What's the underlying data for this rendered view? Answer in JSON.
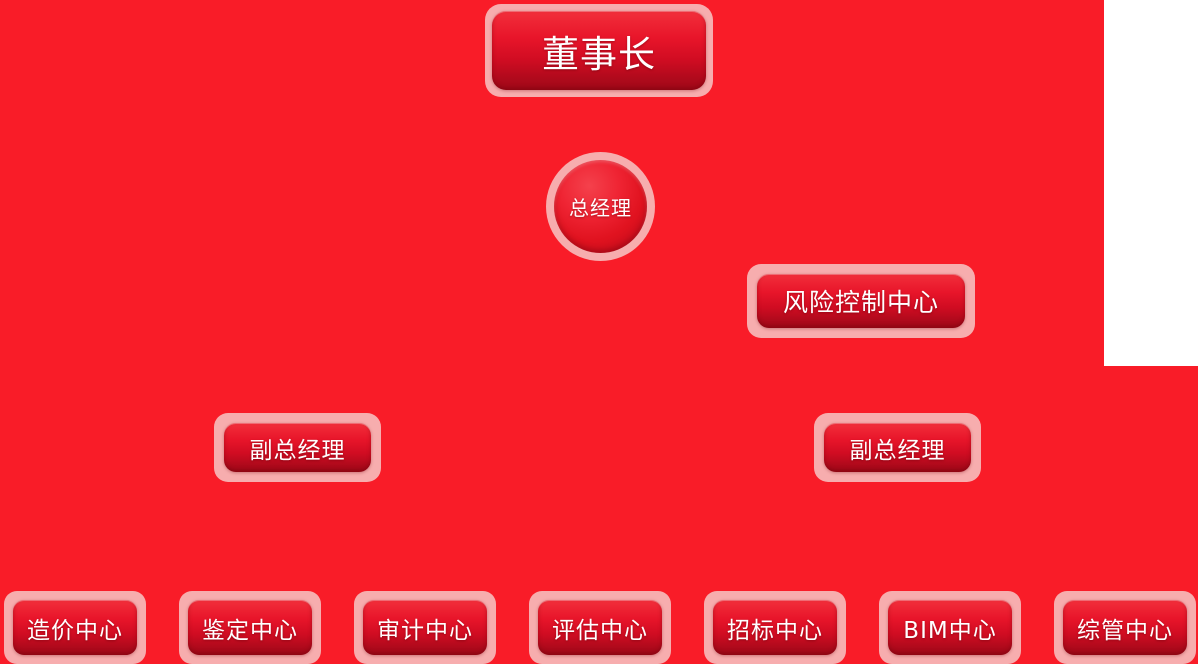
{
  "theme": {
    "background_color": "#F91C28",
    "frame_color": "#F7ADAE",
    "node_fill_top": "#F2303C",
    "node_fill_bottom": "#A00818",
    "label_color": "#FFFFFF",
    "corner_panel_color": "#FFFFFF"
  },
  "chart": {
    "title": "",
    "type": "org-chart"
  },
  "levels": {
    "chairman": {
      "label": "董事长"
    },
    "general_manager": {
      "label": "总经理"
    },
    "risk_control": {
      "label": "风险控制中心"
    },
    "deputies": [
      {
        "label": "副总经理"
      },
      {
        "label": "副总经理"
      }
    ],
    "centers": [
      {
        "label": "造价中心"
      },
      {
        "label": "鉴定中心"
      },
      {
        "label": "审计中心"
      },
      {
        "label": "评估中心"
      },
      {
        "label": "招标中心"
      },
      {
        "label": "BIM中心"
      },
      {
        "label": "综管中心"
      }
    ]
  }
}
